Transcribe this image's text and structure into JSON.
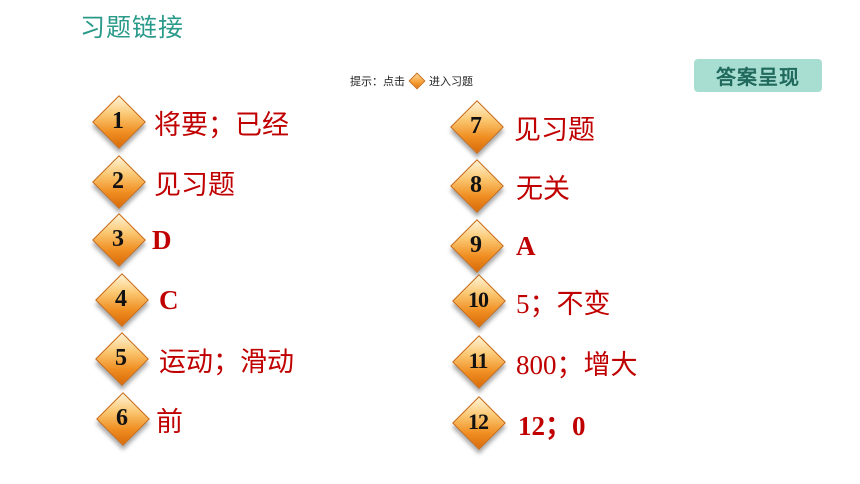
{
  "header": {
    "title": "习题链接"
  },
  "hint": {
    "prefix": "提示：点击",
    "suffix": "进入习题",
    "icon": "diamond-icon"
  },
  "answer_button": {
    "label": "答案呈现"
  },
  "colors": {
    "title": "#2a9a8a",
    "answer": "#c00000",
    "badge": "#f08e22",
    "button_bg": "#a8ddd2"
  },
  "items": [
    {
      "number": "1",
      "answer": "将要；已经"
    },
    {
      "number": "2",
      "answer": "见习题"
    },
    {
      "number": "3",
      "answer": "D"
    },
    {
      "number": "4",
      "answer": "C"
    },
    {
      "number": "5",
      "answer": "运动；滑动"
    },
    {
      "number": "6",
      "answer": "前"
    },
    {
      "number": "7",
      "answer": "见习题"
    },
    {
      "number": "8",
      "answer": "无关"
    },
    {
      "number": "9",
      "answer": "A"
    },
    {
      "number": "10",
      "answer": "5；不变"
    },
    {
      "number": "11",
      "answer": "800；增大"
    },
    {
      "number": "12",
      "answer": "12；0"
    }
  ]
}
